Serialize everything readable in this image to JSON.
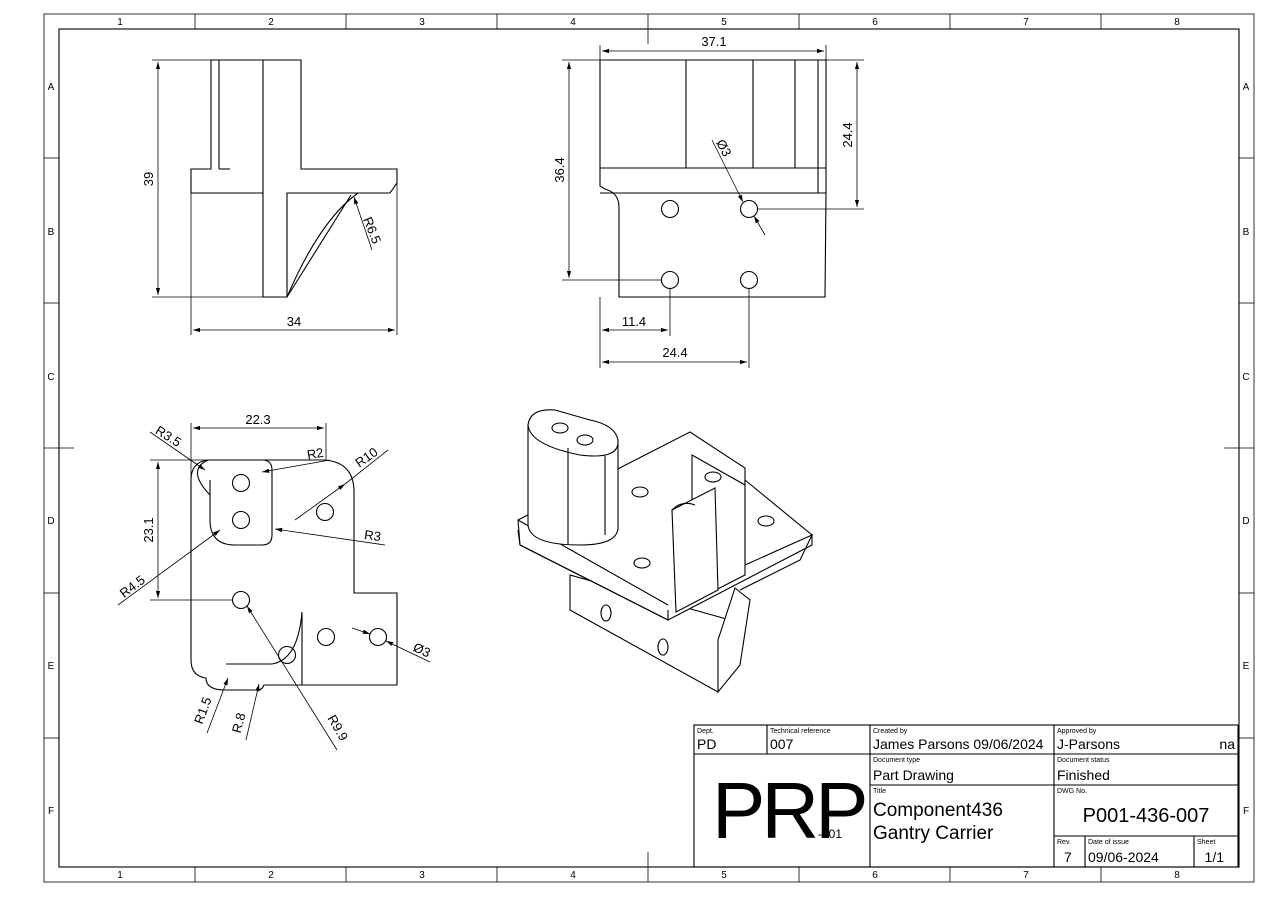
{
  "zones": {
    "columns": [
      "1",
      "2",
      "3",
      "4",
      "5",
      "6",
      "7",
      "8"
    ],
    "rows": [
      "A",
      "B",
      "C",
      "D",
      "E",
      "F"
    ]
  },
  "dimensions": {
    "side_height": "39",
    "side_width": "34",
    "side_radius": "R6.5",
    "front_width": "37.1",
    "front_height": "36.4",
    "front_upper_height": "24.4",
    "front_hole_dia": "Ø3",
    "front_hole_offset": "11.4",
    "front_hole_spacing": "24.4",
    "top_width": "22.3",
    "top_height": "23.1",
    "top_r3_5": "R3.5",
    "top_r2": "R2",
    "top_r10": "R10",
    "top_r3": "R3",
    "top_r4_5": "R4.5",
    "top_dia3": "Ø3",
    "top_r1_5": "R1.5",
    "top_r_8": "R.8",
    "top_r9_9": "R9.9"
  },
  "title_block": {
    "dept_label": "Dept.",
    "dept": "PD",
    "tech_ref_label": "Technical reference",
    "tech_ref": "007",
    "created_by_label": "Created by",
    "created_by": "James Parsons 09/06/2024",
    "approved_by_label": "Approved by",
    "approved_by": "J-Parsons",
    "approved_extra": "na",
    "doc_type_label": "Document type",
    "doc_type": "Part Drawing",
    "doc_status_label": "Document status",
    "doc_status": "Finished",
    "logo": "PRP",
    "logo_suffix": "-001",
    "title_label": "Title",
    "title_line1": "Component436",
    "title_line2": "Gantry Carrier",
    "dwg_no_label": "DWG No.",
    "dwg_no": "P001-436-007",
    "rev_label": "Rev.",
    "rev": "7",
    "issue_date_label": "Date of issue",
    "issue_date": "09/06-2024",
    "sheet_label": "Sheet",
    "sheet": "1/1"
  }
}
